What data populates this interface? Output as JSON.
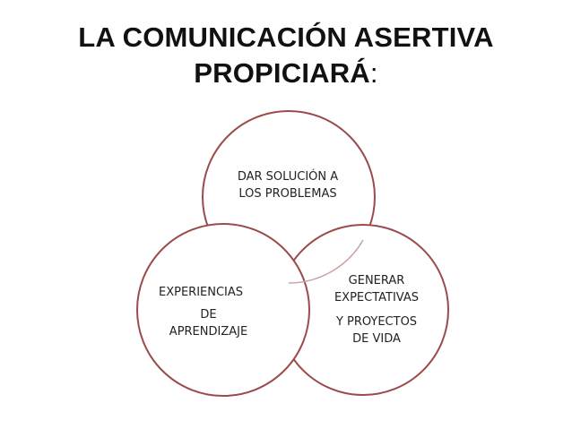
{
  "title": {
    "line1": "LA COMUNICACIÓN ASERTIVA",
    "line2": "PROPICIARÁ",
    "line2_suffix": ":"
  },
  "diagram": {
    "stroke_color": "#9b4b4b",
    "fill_color": "#ffffff",
    "circles": [
      {
        "id": "top",
        "lines": [
          "DAR SOLUCIÓN A",
          "LOS PROBLEMAS"
        ]
      },
      {
        "id": "right",
        "lines": [
          "GENERAR",
          "EXPECTATIVAS",
          "Y  PROYECTOS",
          "DE VIDA"
        ]
      },
      {
        "id": "left",
        "lines": [
          "EXPERIENCIAS",
          "DE",
          "APRENDIZAJE"
        ]
      }
    ]
  }
}
